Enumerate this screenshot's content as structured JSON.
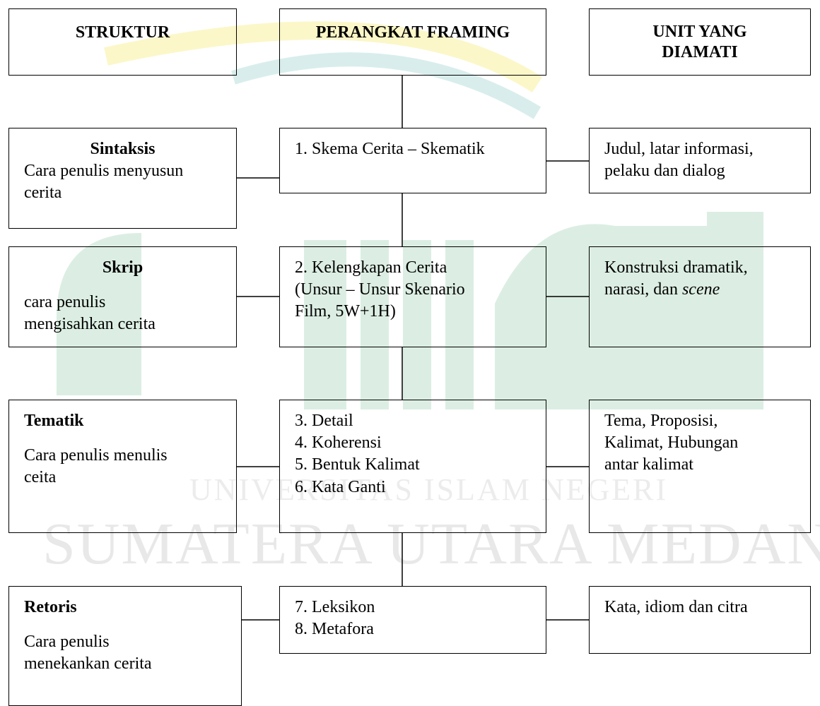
{
  "headers": {
    "struktur": "STRUKTUR",
    "perangkat": "PERANGKAT FRAMING",
    "unit_line1": "UNIT YANG",
    "unit_line2": "DIAMATI"
  },
  "rows": [
    {
      "struktur_title": "Sintaksis",
      "struktur_desc_1": "Cara penulis menyusun",
      "struktur_desc_2": "cerita",
      "perangkat": [
        "1. Skema Cerita – Skematik"
      ],
      "unit": [
        "Judul, latar informasi,",
        "pelaku dan dialog"
      ]
    },
    {
      "struktur_title": "Skrip",
      "struktur_desc_1": "cara penulis",
      "struktur_desc_2": "mengisahkan cerita",
      "perangkat": [
        "2. Kelengkapan Cerita",
        "(Unsur – Unsur Skenario",
        "Film, 5W+1H)"
      ],
      "unit_1": "Konstruksi dramatik,",
      "unit_2a": "narasi, dan ",
      "unit_2b": "scene"
    },
    {
      "struktur_title": "Tematik",
      "struktur_desc_1": "Cara penulis menulis",
      "struktur_desc_2": "ceita",
      "perangkat": [
        "3. Detail",
        "4. Koherensi",
        "5. Bentuk Kalimat",
        "6. Kata Ganti"
      ],
      "unit": [
        "Tema, Proposisi,",
        "Kalimat, Hubungan",
        "antar kalimat"
      ]
    },
    {
      "struktur_title": "Retoris",
      "struktur_desc_1": "Cara penulis",
      "struktur_desc_2": "menekankan cerita",
      "perangkat": [
        "7. Leksikon",
        "8. Metafora"
      ],
      "unit": [
        "Kata, idiom dan citra"
      ]
    }
  ],
  "watermark": {
    "line1": "UNIVERSITAS ISLAM NEGERI",
    "line2": "SUMATERA UTARA MEDAN"
  },
  "colors": {
    "watermark_green": "#dceee3",
    "watermark_yellow": "#fbf7c8",
    "watermark_teal": "#d9eeec",
    "border": "#000000"
  }
}
